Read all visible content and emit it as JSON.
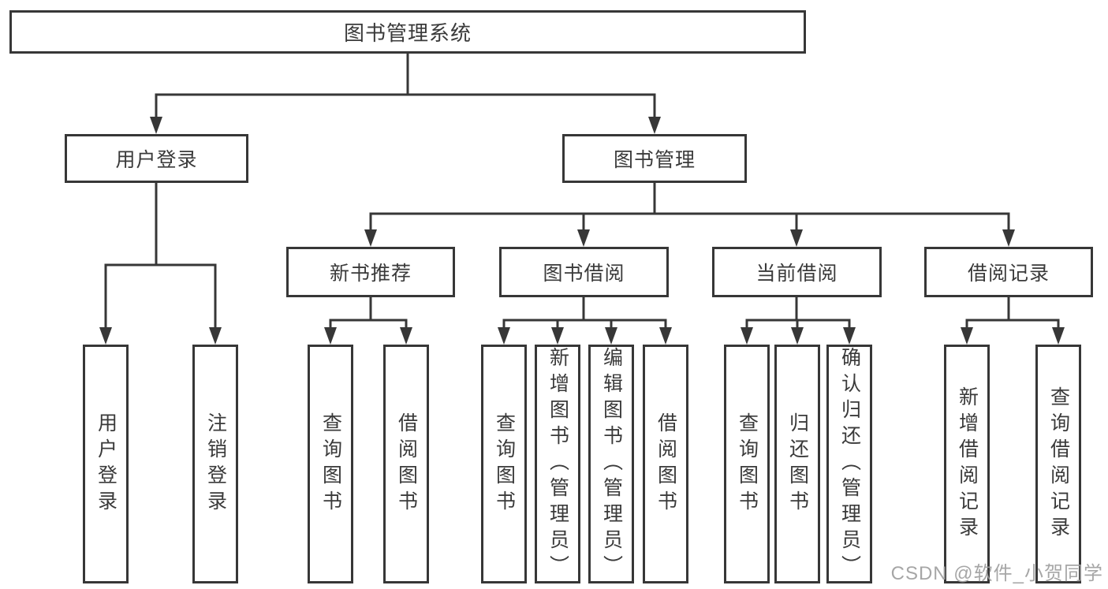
{
  "diagram": {
    "root": {
      "label": "图书管理系统"
    },
    "branches": [
      {
        "label": "用户登录",
        "children": [
          {
            "label": "用户登录"
          },
          {
            "label": "注销登录"
          }
        ]
      },
      {
        "label": "图书管理",
        "children": [
          {
            "label": "新书推荐",
            "children": [
              {
                "label": "查询图书"
              },
              {
                "label": "借阅图书"
              }
            ]
          },
          {
            "label": "图书借阅",
            "children": [
              {
                "label": "查询图书"
              },
              {
                "label": "新增图书（管理员）"
              },
              {
                "label": "编辑图书（管理员）"
              },
              {
                "label": "借阅图书"
              }
            ]
          },
          {
            "label": "当前借阅",
            "children": [
              {
                "label": "查询图书"
              },
              {
                "label": "归还图书"
              },
              {
                "label": "确认归还（管理员）"
              }
            ]
          },
          {
            "label": "借阅记录",
            "children": [
              {
                "label": "新增借阅记录"
              },
              {
                "label": "查询借阅记录"
              }
            ]
          }
        ]
      }
    ]
  },
  "watermark": {
    "text": "CSDN @软件_小贺同学"
  },
  "colors": {
    "line": "#373737",
    "text": "#3a3a3a",
    "box_background": "#ffffff",
    "watermark": "#9e9e9e",
    "background": "#ffffff"
  }
}
